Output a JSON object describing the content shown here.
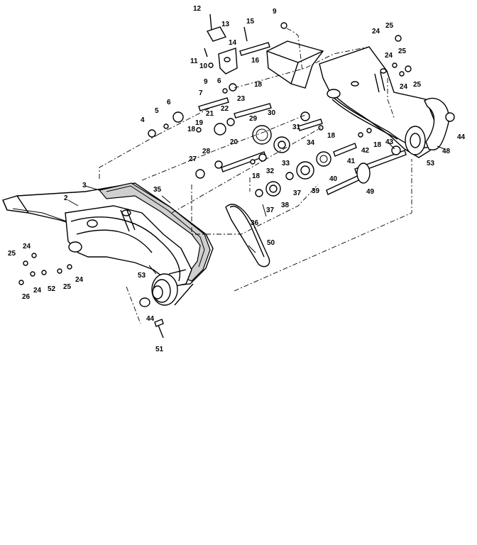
{
  "callouts": [
    {
      "id": "c12",
      "text": "12"
    },
    {
      "id": "c13",
      "text": "13"
    },
    {
      "id": "c15",
      "text": "15"
    },
    {
      "id": "c9a",
      "text": "9"
    },
    {
      "id": "c14",
      "text": "14"
    },
    {
      "id": "c16",
      "text": "16"
    },
    {
      "id": "c11",
      "text": "11"
    },
    {
      "id": "c10",
      "text": "10"
    },
    {
      "id": "c9b",
      "text": "9"
    },
    {
      "id": "c24a",
      "text": "24"
    },
    {
      "id": "c25a",
      "text": "25"
    },
    {
      "id": "c24b",
      "text": "24"
    },
    {
      "id": "c25b",
      "text": "25"
    },
    {
      "id": "c24c",
      "text": "24"
    },
    {
      "id": "c25c",
      "text": "25"
    },
    {
      "id": "c6a",
      "text": "6"
    },
    {
      "id": "c7",
      "text": "7"
    },
    {
      "id": "c18a",
      "text": "18"
    },
    {
      "id": "c23",
      "text": "23"
    },
    {
      "id": "c6b",
      "text": "6"
    },
    {
      "id": "c5",
      "text": "5"
    },
    {
      "id": "c4",
      "text": "4"
    },
    {
      "id": "c21",
      "text": "21"
    },
    {
      "id": "c22",
      "text": "22"
    },
    {
      "id": "c30",
      "text": "30"
    },
    {
      "id": "c29",
      "text": "29"
    },
    {
      "id": "c31",
      "text": "31"
    },
    {
      "id": "c18b",
      "text": "18"
    },
    {
      "id": "c19",
      "text": "19"
    },
    {
      "id": "c18c",
      "text": "18"
    },
    {
      "id": "c20",
      "text": "20"
    },
    {
      "id": "c34",
      "text": "34"
    },
    {
      "id": "c42",
      "text": "42"
    },
    {
      "id": "c18d",
      "text": "18"
    },
    {
      "id": "c43",
      "text": "43"
    },
    {
      "id": "c41",
      "text": "41"
    },
    {
      "id": "c44a",
      "text": "44"
    },
    {
      "id": "c48",
      "text": "48"
    },
    {
      "id": "c53a",
      "text": "53"
    },
    {
      "id": "c28",
      "text": "28"
    },
    {
      "id": "c27",
      "text": "27"
    },
    {
      "id": "c33",
      "text": "33"
    },
    {
      "id": "c32",
      "text": "32"
    },
    {
      "id": "c18e",
      "text": "18"
    },
    {
      "id": "c40",
      "text": "40"
    },
    {
      "id": "c39",
      "text": "39"
    },
    {
      "id": "c37a",
      "text": "37"
    },
    {
      "id": "c49",
      "text": "49"
    },
    {
      "id": "c3",
      "text": "3"
    },
    {
      "id": "c35",
      "text": "35"
    },
    {
      "id": "c2",
      "text": "2"
    },
    {
      "id": "c38",
      "text": "38"
    },
    {
      "id": "c37b",
      "text": "37"
    },
    {
      "id": "c36",
      "text": "36"
    },
    {
      "id": "c50",
      "text": "50"
    },
    {
      "id": "c25d",
      "text": "25"
    },
    {
      "id": "c24d",
      "text": "24"
    },
    {
      "id": "c53b",
      "text": "53"
    },
    {
      "id": "c24e",
      "text": "24"
    },
    {
      "id": "c25e",
      "text": "25"
    },
    {
      "id": "c26",
      "text": "26"
    },
    {
      "id": "c24f",
      "text": "24"
    },
    {
      "id": "c52",
      "text": "52"
    },
    {
      "id": "c44b",
      "text": "44"
    },
    {
      "id": "c51",
      "text": "51"
    }
  ]
}
